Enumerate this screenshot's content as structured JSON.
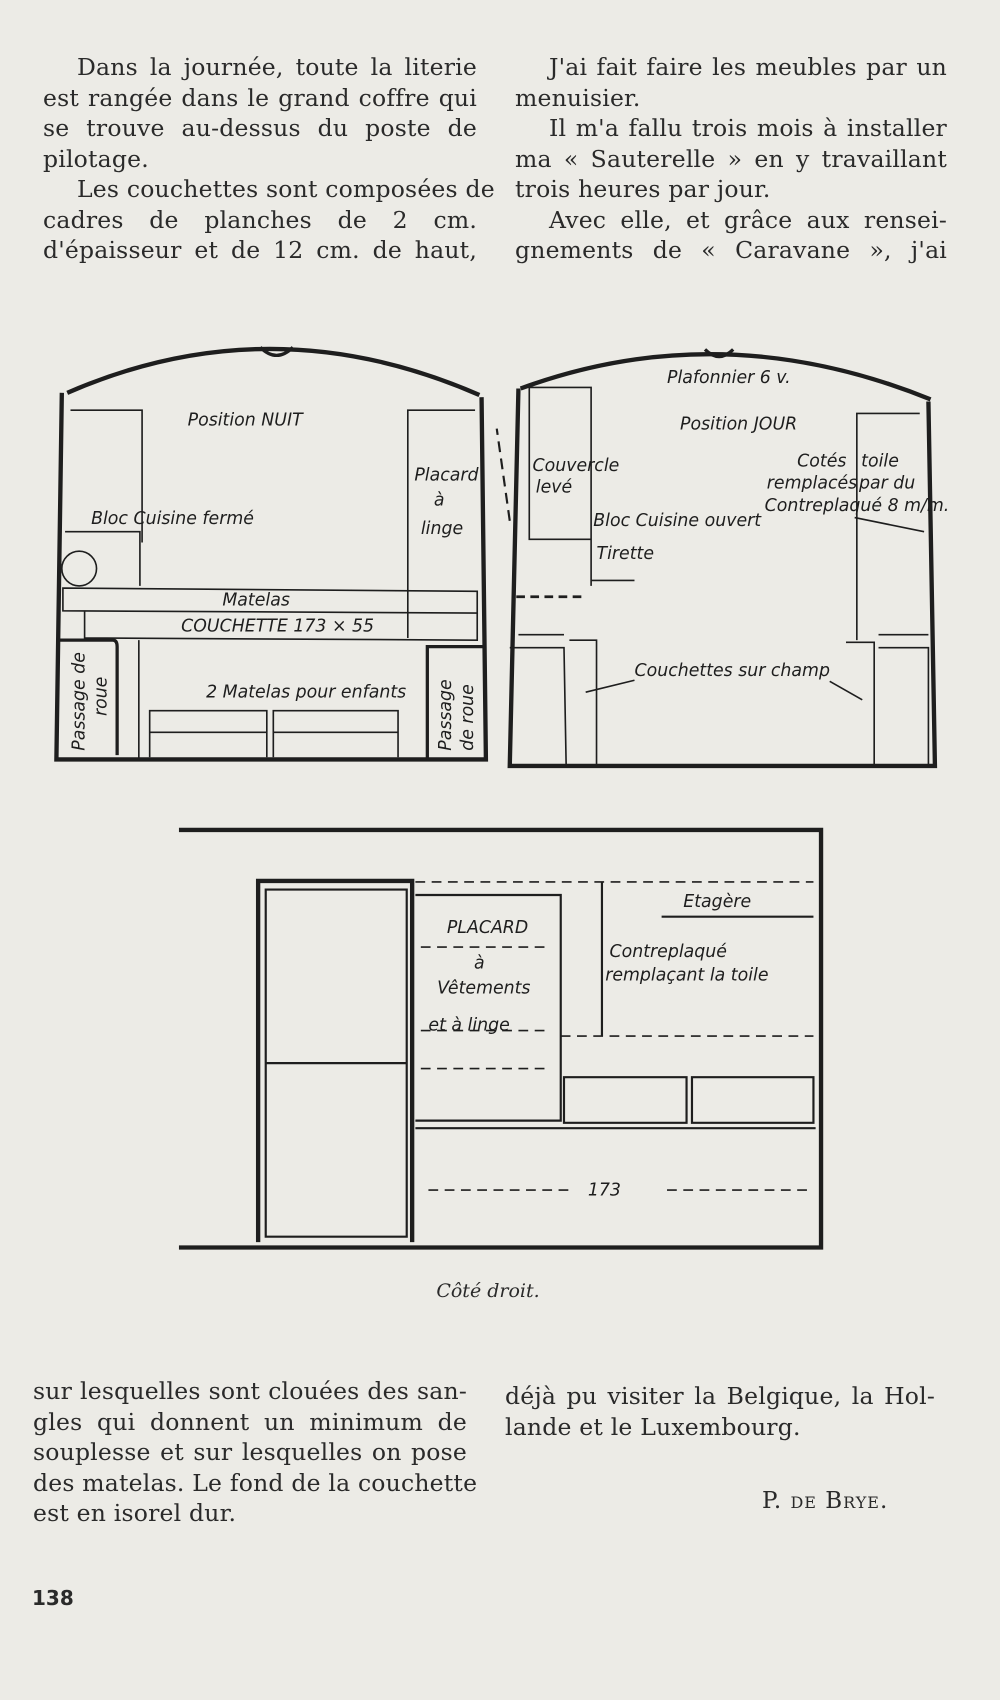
{
  "top_left_lines": [
    "Dans la journée, toute la literie",
    "est rangée dans le grand coffre qui",
    "se trouve au-dessus du poste de",
    "pilotage.",
    "Les couchettes sont composées de",
    "cadres de planches de 2 cm.",
    "d'épaisseur et de 12 cm. de haut,"
  ],
  "top_right_lines": [
    "J'ai fait faire les meubles par un",
    "menuisier.",
    "Il m'a fallu trois mois à installer",
    "ma « Sauterelle » en y travaillant",
    "trois heures par jour.",
    "Avec elle, et grâce aux rensei-",
    "gnements de « Caravane », j'ai"
  ],
  "bottom_left_lines": [
    "sur lesquelles sont clouées des san-",
    "gles qui donnent un minimum de",
    "souplesse et sur lesquelles on pose",
    "des matelas. Le fond de la couchette",
    "est en isorel dur."
  ],
  "bottom_right_lines": [
    "déjà pu visiter la Belgique, la Hol-",
    "lande et le Luxembourg."
  ],
  "signature": {
    "initial": "P.",
    "name": "de Brye."
  },
  "page_number": "138",
  "caption": "Côté droit.",
  "diagram_night": {
    "title": "Position NUIT",
    "kitchen": "Bloc Cuisine fermé",
    "closet": [
      "Placard",
      "à",
      "linge"
    ],
    "mattress": "Matelas",
    "bunk": "COUCHETTE 173 × 55",
    "kids": "2 Matelas pour enfants",
    "wheel_left": [
      "Passage de",
      "roue"
    ],
    "wheel_right": [
      "Passage",
      "de roue"
    ]
  },
  "diagram_day": {
    "lamp": "Plafonnier 6 v.",
    "title": "Position JOUR",
    "lid": [
      "Couvercle",
      "levé"
    ],
    "kitchen": "Bloc Cuisine ouvert",
    "pull": "Tirette",
    "sides": [
      "Cotés",
      "toile",
      "remplacés",
      "par du",
      "Contreplaqué 8 m/m."
    ],
    "bunks": "Couchettes sur champ"
  },
  "diagram_side": {
    "shelf": "Etagère",
    "closet": [
      "PLACARD",
      "à",
      "Vêtements",
      "et à linge"
    ],
    "plywood": [
      "Contreplaqué",
      "remplaçant la toile"
    ],
    "length": "173"
  }
}
